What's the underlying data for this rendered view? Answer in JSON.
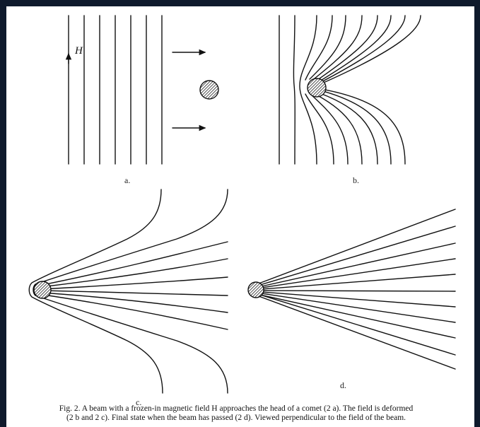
{
  "figure": {
    "field_label": "H",
    "panels": [
      {
        "id": "a",
        "label": "a."
      },
      {
        "id": "b",
        "label": "b."
      },
      {
        "id": "c",
        "label": "c."
      },
      {
        "id": "d",
        "label": "d."
      }
    ],
    "caption_line1": "Fig. 2. A beam with a frozen-in magnetic field H approaches the head of a comet (2 a). The field is deformed",
    "caption_line2": "(2 b and 2 c). Final state when the beam has passed (2 d). Viewed perpendicular to the field of the beam.",
    "colors": {
      "background": "#0f1a2c",
      "paper": "#ffffff",
      "ink": "#111111"
    }
  }
}
